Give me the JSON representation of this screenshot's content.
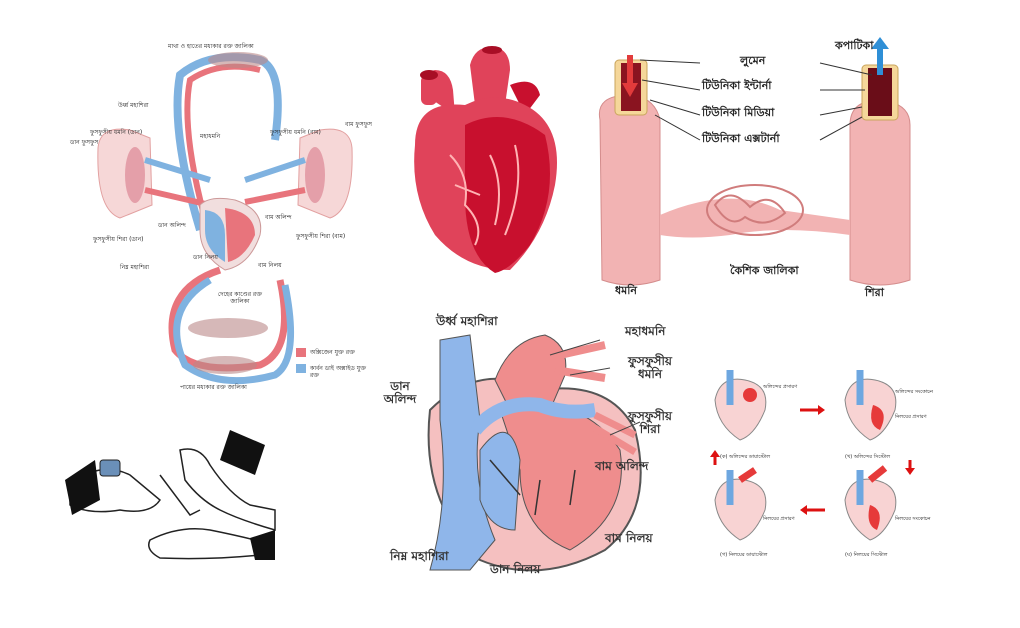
{
  "colors": {
    "oxygenated": "#e8747c",
    "deoxygenated": "#7fb2e0",
    "heart_dark": "#c8102e",
    "heart_mid": "#e0435a",
    "vessel_pink": "#f2b3b3"
  },
  "circulation": {
    "top_network": "মাথা ও হাতের মধ্যকার রক্ত জালিকা",
    "superior_vena_cava": "উর্ধ্ব মহাশিরা",
    "pulmonary_artery_right": "ফুসফুসীয় ধমনি (ডান)",
    "aorta": "মহাধমনি",
    "pulmonary_artery_left": "ফুসফুসীয় ধমনি (বাম)",
    "right_lung": "ডান ফুসফুস",
    "left_lung": "বাম ফুসফুস",
    "right_atrium": "ডান অলিন্দ",
    "left_atrium": "বাম অলিন্দ",
    "pulmonary_vein_right": "ফুসফুসীয় শিরা (ডান)",
    "pulmonary_vein_left": "ফুসফুসীয় শিরা (বাম)",
    "inferior_vena_cava": "নিম্ন মহাশিরা",
    "right_ventricle": "ডান নিলয়",
    "left_ventricle": "বাম নিলয়",
    "trunk_network": "দেহের কাণ্ডের রক্ত জালিকা",
    "legend_oxygenated": "অক্সিজেন যুক্ত রক্ত",
    "legend_deoxygenated": "কার্বন ডাই অক্সাইড যুক্ত রক্ত",
    "bottom_network": "পায়ের মধ্যকার রক্ত জালিকা"
  },
  "vessels": {
    "lumen": "লুমেন",
    "valve": "কপাটিকা",
    "tunica_interna": "টিউনিকা ইন্টার্না",
    "tunica_media": "টিউনিকা মিডিয়া",
    "tunica_externa": "টিউনিকা এক্সটার্না",
    "artery": "ধমনি",
    "capillary": "কৈশিক জালিকা",
    "vein": "শিরা"
  },
  "heart_section": {
    "superior_vena_cava": "উর্ধ্ব মহাশিরা",
    "aorta": "মহাধমনি",
    "pulmonary_artery": "ফুসফুসীয় ধমনি",
    "right_atrium": "ডান অলিন্দ",
    "pulmonary_vein": "ফুসফুসীয় শিরা",
    "left_atrium": "বাম অলিন্দ",
    "left_ventricle": "বাম নিলয়",
    "inferior_vena_cava": "নিম্ন মহাশিরা",
    "right_ventricle": "ডান নিলয়"
  },
  "cardiac_cycle": {
    "atrial_expansion": "অলিন্দের প্রসারণ",
    "atrial_contraction": "অলিন্দের সংকোচন",
    "ventricle_expansion_1": "নিলয়ের প্রসারণ",
    "ventricle_expansion_2": "নিলয়ের প্রসারণ",
    "ventricle_contraction": "নিলয়ের সংকোচন",
    "caption_a": "(ক) অলিন্দের ডায়াস্টোল",
    "caption_b": "(খ) অলিন্দের সিস্টোল",
    "caption_c": "(গ) নিলয়ের ডায়াস্টোল",
    "caption_d": "(ঘ) নিলয়ের সিস্টোল"
  }
}
